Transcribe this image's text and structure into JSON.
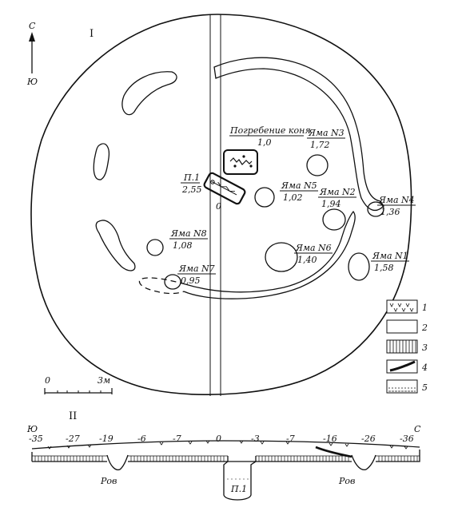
{
  "plan": {
    "label": "I",
    "compass": {
      "north": "С",
      "south": "Ю"
    },
    "burial_horse": {
      "label": "Погребение коня",
      "depth": "1,0"
    },
    "pit_main": {
      "label": "П.1",
      "depth": "2,55"
    },
    "centre_mark": "0",
    "pits": [
      {
        "label": "Яма N3",
        "depth": "1,72"
      },
      {
        "label": "Яма N5",
        "depth": "1,02"
      },
      {
        "label": "Яма N2",
        "depth": "1,94"
      },
      {
        "label": "Яма N4",
        "depth": "1,36"
      },
      {
        "label": "Яма N6",
        "depth": "1,40"
      },
      {
        "label": "Яма N8",
        "depth": "1,08"
      },
      {
        "label": "Яма N7",
        "depth": "0,95"
      },
      {
        "label": "Яма N1",
        "depth": "1,58"
      }
    ],
    "scale": {
      "start": "0",
      "end": "3м"
    }
  },
  "legend": {
    "items": [
      "1",
      "2",
      "3",
      "4",
      "5"
    ]
  },
  "section": {
    "label": "II",
    "left_dir": "Ю",
    "right_dir": "С",
    "elevations": [
      "-35",
      "-27",
      "-19",
      "-6",
      "-7",
      "0",
      "-3",
      "-7",
      "-16",
      "-26",
      "-36"
    ],
    "ditch_left": "Ров",
    "ditch_right": "Ров",
    "pit_label": "П.1"
  }
}
